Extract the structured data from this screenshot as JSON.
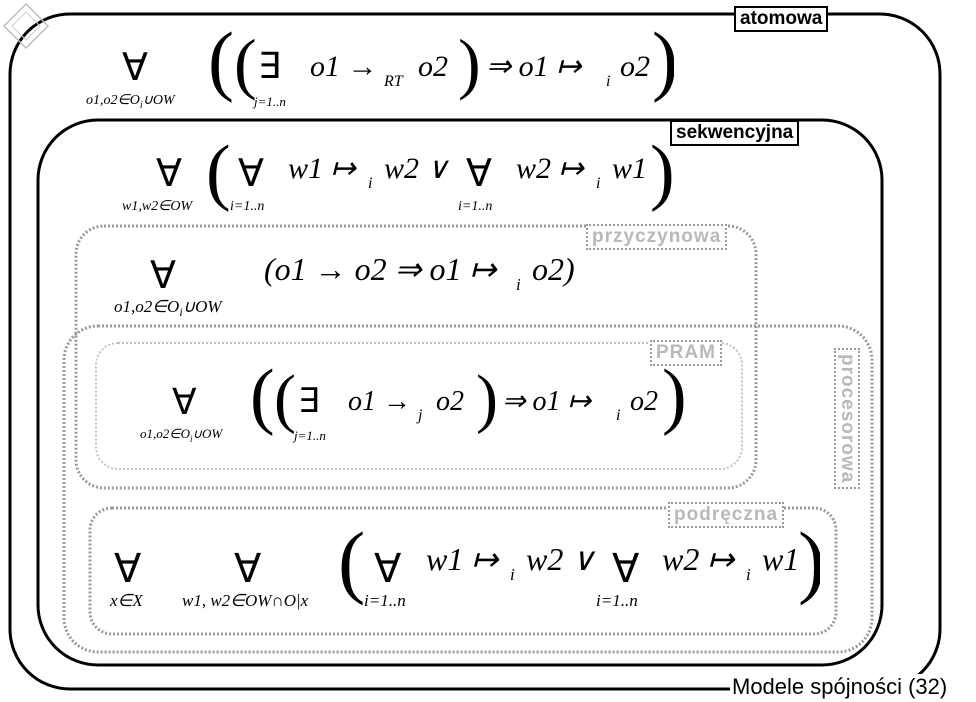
{
  "labels": {
    "atomowa": "atomowa",
    "sekwencyjna": "sekwencyjna",
    "przyczynowa": "przyczynowa",
    "pram": "PRAM",
    "procesorowa": "procesorowa",
    "podreczna": "podręczna"
  },
  "footer": "Modele spójności (32)",
  "formulas": {
    "atomowa": {
      "forall": "∀",
      "sub": "o1,o2∈O",
      "sub_i": "i",
      "sub_tail": "∪OW",
      "exists": "∃",
      "exists_sub": "j=1..n",
      "body1": "o1 →",
      "rel_sub": "RT",
      "body2": "o2",
      "implies": "⇒ o1 ↦",
      "map_sub": "i",
      "body3": "o2"
    },
    "sekwencyjna": {
      "forall": "∀",
      "sub": "w1,w2∈OW",
      "inner_forall": "∀",
      "inner_sub": "i=1..n",
      "t1": "w1 ↦",
      "t1_sub": "i",
      "t2": "w2 ∨",
      "inner_forall2": "∀",
      "inner_sub2": "i=1..n",
      "t3": "w2 ↦",
      "t3_sub": "i",
      "t4": "w1"
    },
    "przyczynowa": {
      "forall": "∀",
      "sub": "o1,o2∈O",
      "sub_i": "i",
      "sub_tail": "∪OW",
      "body": "(o1 → o2 ⇒ o1 ↦",
      "map_sub": "i",
      "tail": "o2)"
    },
    "pram": {
      "forall": "∀",
      "sub": "o1,o2∈O",
      "sub_i": "i",
      "sub_tail": "∪OW",
      "exists": "∃",
      "exists_sub": "j=1..n",
      "body1": "o1 →",
      "rel_sub": "j",
      "body2": "o2",
      "implies": "⇒ o1 ↦",
      "map_sub": "i",
      "body3": "o2"
    },
    "podreczna": {
      "forall1": "∀",
      "sub1": "x∈X",
      "forall2": "∀",
      "sub2": "w1, w2∈OW∩O|x",
      "inner_forall": "∀",
      "inner_sub": "i=1..n",
      "t1": "w1 ↦",
      "t1_sub": "i",
      "t2": "w2 ∨",
      "inner_forall2": "∀",
      "inner_sub2": "i=1..n",
      "t3": "w2 ↦",
      "t3_sub": "i",
      "t4": "w1"
    }
  }
}
